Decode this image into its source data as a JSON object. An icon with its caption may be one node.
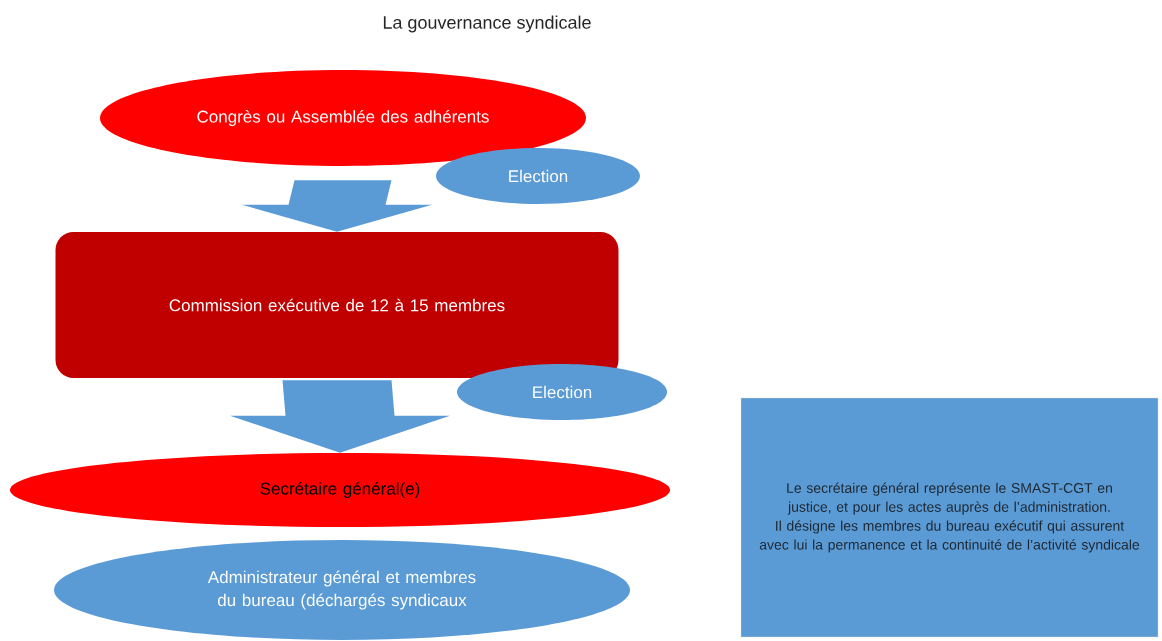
{
  "diagram": {
    "title": "La gouvernance syndicale",
    "nodes": [
      {
        "text": [
          "Congrès ou Assemblée des adhérents"
        ]
      },
      {
        "text": [
          "Election"
        ]
      },
      {
        "text": [
          "Commission exécutive de 12 à 15 membres"
        ]
      },
      {
        "text": [
          "Election"
        ]
      },
      {
        "text": [
          "Secrétaire général(e)"
        ]
      },
      {
        "text": [
          "Administrateur général et membres du bureau (déchargés syndicaux"
        ]
      },
      {
        "text": [
          "Le secrétaire général représente le SMAST-CGT en justice, et pour les actes auprès de l’administration.",
          "Il désigne les membres du bureau exécutif qui assurent avec lui la permanence et la continuité de l’activité syndicale"
        ]
      }
    ],
    "edges": [
      {
        "from": 0,
        "to": 2,
        "arrow": "to"
      },
      {
        "from": 2,
        "to": 4,
        "arrow": "to"
      }
    ]
  }
}
